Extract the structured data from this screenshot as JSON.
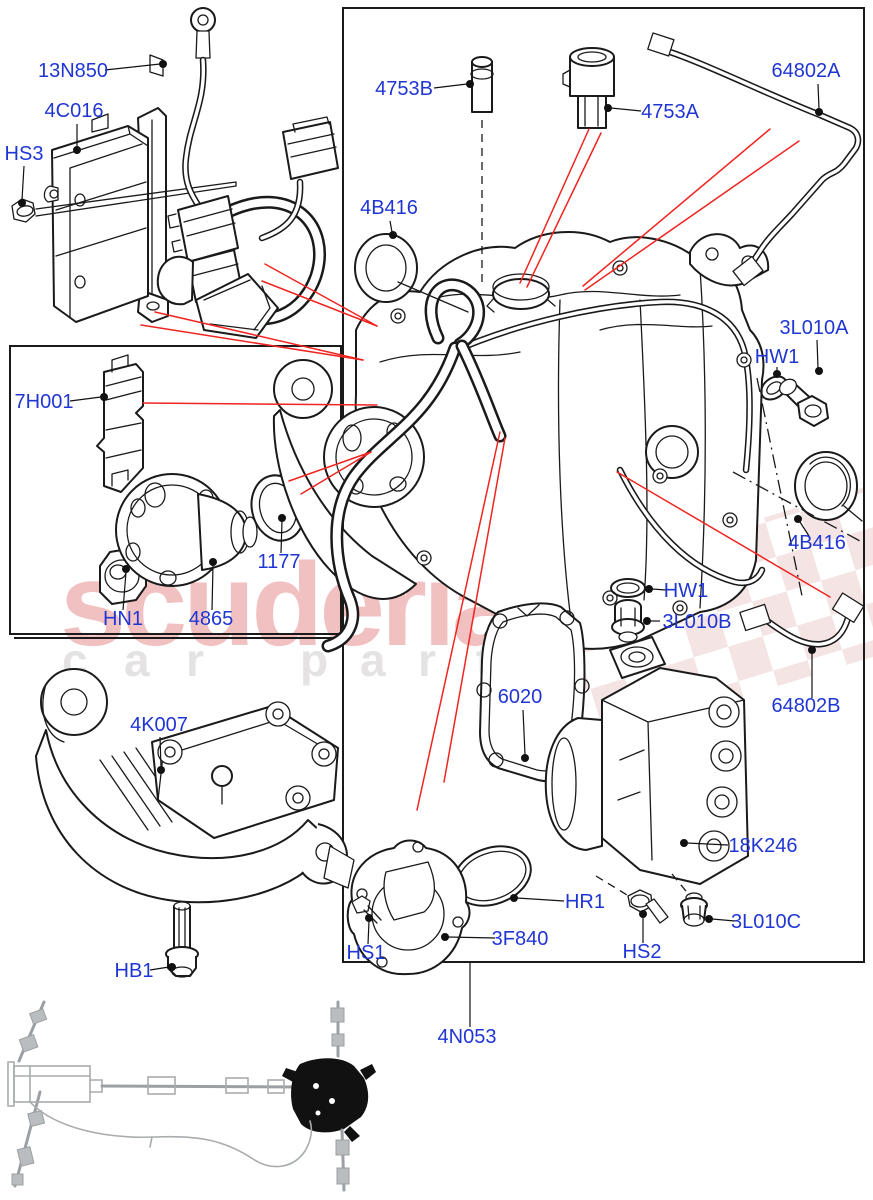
{
  "diagram": {
    "kind": "exploded-parts-diagram",
    "subject": "rear axle / differential assembly with ECU, harness, breather pipes, mounting bracket and actuator"
  },
  "labels": [
    {
      "text": "13N850"
    },
    {
      "text": "4C016"
    },
    {
      "text": "HS3"
    },
    {
      "text": "7H001"
    },
    {
      "text": "HN1"
    },
    {
      "text": "4865"
    },
    {
      "text": "1177"
    },
    {
      "text": "4K007"
    },
    {
      "text": "HB1"
    },
    {
      "text": "4753B"
    },
    {
      "text": "4753A"
    },
    {
      "text": "64802A"
    },
    {
      "text": "4B416"
    },
    {
      "text": "3L010A"
    },
    {
      "text": "HW1"
    },
    {
      "text": "4B416"
    },
    {
      "text": "HW1"
    },
    {
      "text": "3L010B"
    },
    {
      "text": "64802B"
    },
    {
      "text": "6020"
    },
    {
      "text": "18K246"
    },
    {
      "text": "HR1"
    },
    {
      "text": "3F840"
    },
    {
      "text": "HS1"
    },
    {
      "text": "HS2"
    },
    {
      "text": "3L010C"
    },
    {
      "text": "4N053"
    }
  ],
  "watermark": {
    "brand": "scuderia",
    "tagline": "car parts",
    "tagline_letters": [
      "c",
      "a",
      "r",
      "p",
      "a",
      "r",
      "t",
      "s"
    ]
  },
  "colors": {
    "label_blue": "#2036d4",
    "pointer_red": "#f02420",
    "line_black": "#1a1a1a",
    "watermark_pink": "#efb6b6",
    "watermark_gray": "#e4e2e2",
    "checker_pink": "#ecd2d2",
    "thumbnail_gray": "#9aa0a3",
    "highlight_black": "#111111"
  }
}
